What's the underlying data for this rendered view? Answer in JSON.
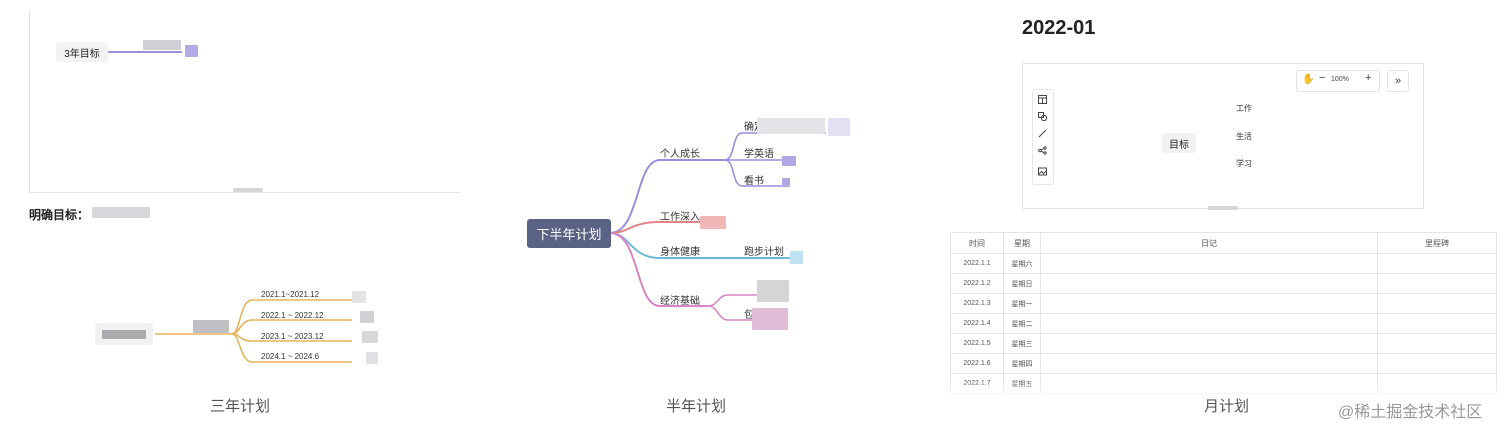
{
  "three_year": {
    "goal_label": "3年目标",
    "clear_goal_label": "明确目标：",
    "branches": [
      "2021.1~2021.12",
      "2022.1 ~ 2022.12",
      "2023.1 ~ 2023.12",
      "2024.1 ~ 2024.6"
    ],
    "caption": "三年计划"
  },
  "half_year": {
    "root": "下半年计划",
    "branches": [
      {
        "label": "个人成长",
        "children": [
          "确定",
          "学英语",
          "看书"
        ]
      },
      {
        "label": "工作深入",
        "children": []
      },
      {
        "label": "身体健康",
        "children": [
          "跑步计划"
        ]
      },
      {
        "label": "经济基础",
        "children": [
          "包"
        ]
      }
    ],
    "caption": "半年计划"
  },
  "month": {
    "title": "2022-01",
    "mindmap": {
      "root": "目标",
      "branches": [
        "工作",
        "生活",
        "学习"
      ]
    },
    "zoom": "100%",
    "table": {
      "headers": [
        "时间",
        "星期",
        "日记",
        "里程碑"
      ],
      "rows": [
        [
          "2022.1.1",
          "星期六"
        ],
        [
          "2022.1.2",
          "星期日"
        ],
        [
          "2022.1.3",
          "星期一"
        ],
        [
          "2022.1.4",
          "星期二"
        ],
        [
          "2022.1.5",
          "星期三"
        ],
        [
          "2022.1.6",
          "星期四"
        ],
        [
          "2022.1.7",
          "星期五"
        ]
      ]
    },
    "caption": "月计划"
  },
  "watermark": "@稀土掘金技术社区",
  "colors": {
    "purple": "#9b8fdc",
    "red": "#e08585",
    "blue": "#6fb8d8",
    "pink": "#d985c4",
    "orange": "#e6b35c",
    "teal": "#5cc4b0",
    "root_bg": "#5b6385"
  }
}
